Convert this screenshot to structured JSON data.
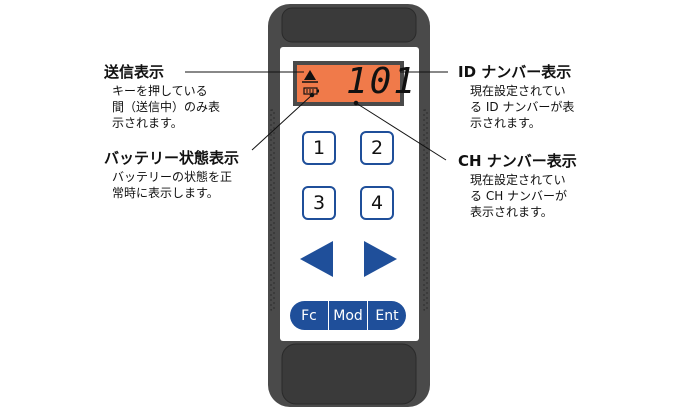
{
  "annotations": {
    "tx": {
      "title": "送信表示",
      "desc": "キーを押している\n間（送信中）のみ表\n示されます。"
    },
    "battery": {
      "title": "バッテリー状態表示",
      "desc": "バッテリーの状態を正\n常時に表示します。"
    },
    "id": {
      "title": "ID ナンバー表示",
      "desc": "現在設定されてい\nる ID ナンバーが表\n示されます。"
    },
    "ch": {
      "title": "CH ナンバー表示",
      "desc": "現在設定されてい\nる CH ナンバーが\n表示されます。"
    }
  },
  "display": {
    "number": "101",
    "background_color": "#f07a4a"
  },
  "keys": [
    "1",
    "2",
    "3",
    "4"
  ],
  "function_keys": [
    "Fc",
    "Mod",
    "Ent"
  ],
  "icons": {
    "tx": "triangle-up-icon",
    "battery": "battery-icon",
    "left": "arrow-left-icon",
    "right": "arrow-right-icon"
  },
  "colors": {
    "body": "#4a4a4a",
    "accent": "#1f4f9a"
  }
}
